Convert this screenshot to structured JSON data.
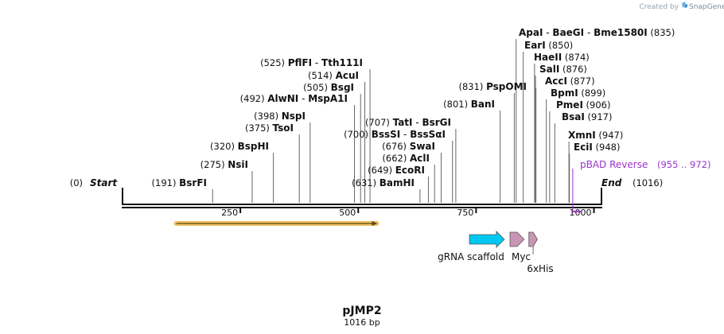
{
  "header": {
    "credit": "Created by",
    "brand": "SnapGene"
  },
  "map": {
    "name": "pJMP2",
    "length_label": "1016 bp",
    "length": 1016,
    "start_label": "Start",
    "start_pos": "(0)",
    "end_label": "End",
    "end_pos": "(1016)",
    "ticks": [
      "250",
      "500",
      "750",
      "1000"
    ]
  },
  "sites": [
    {
      "pos": "(191)",
      "names": [
        "BsrFI"
      ],
      "bp": 191
    },
    {
      "pos": "(275)",
      "names": [
        "NsiI"
      ],
      "bp": 275
    },
    {
      "pos": "(320)",
      "names": [
        "BspHI"
      ],
      "bp": 320
    },
    {
      "pos": "(375)",
      "names": [
        "TsoI"
      ],
      "bp": 375
    },
    {
      "pos": "(398)",
      "names": [
        "NspI"
      ],
      "bp": 398
    },
    {
      "pos": "(492)",
      "names": [
        "AlwNI",
        "MspA1I"
      ],
      "bp": 492
    },
    {
      "pos": "(505)",
      "names": [
        "BsgI"
      ],
      "bp": 505
    },
    {
      "pos": "(514)",
      "names": [
        "AcuI"
      ],
      "bp": 514
    },
    {
      "pos": "(525)",
      "names": [
        "PflFI",
        "Tth111I"
      ],
      "bp": 525
    },
    {
      "pos": "(631)",
      "names": [
        "BamHI"
      ],
      "bp": 631
    },
    {
      "pos": "(649)",
      "names": [
        "EcoRI"
      ],
      "bp": 649
    },
    {
      "pos": "(662)",
      "names": [
        "AclI"
      ],
      "bp": 662
    },
    {
      "pos": "(676)",
      "names": [
        "SwaI"
      ],
      "bp": 676
    },
    {
      "pos": "(700)",
      "names": [
        "BssSI",
        "BssSαI"
      ],
      "bp": 700
    },
    {
      "pos": "(707)",
      "names": [
        "TatI",
        "BsrGI"
      ],
      "bp": 707
    },
    {
      "pos": "(801)",
      "names": [
        "BanI"
      ],
      "bp": 801
    },
    {
      "pos": "(831)",
      "names": [
        "PspOMI"
      ],
      "bp": 831
    },
    {
      "pos": "(835)",
      "names": [
        "ApaI",
        "BaeGI",
        "Bme1580I"
      ],
      "bp": 835
    },
    {
      "pos": "(850)",
      "names": [
        "EarI"
      ],
      "bp": 850
    },
    {
      "pos": "(874)",
      "names": [
        "HaeII"
      ],
      "bp": 874
    },
    {
      "pos": "(876)",
      "names": [
        "SalI"
      ],
      "bp": 876
    },
    {
      "pos": "(877)",
      "names": [
        "AccI"
      ],
      "bp": 877
    },
    {
      "pos": "(899)",
      "names": [
        "BpmI"
      ],
      "bp": 899
    },
    {
      "pos": "(906)",
      "names": [
        "PmeI"
      ],
      "bp": 906
    },
    {
      "pos": "(917)",
      "names": [
        "BsaI"
      ],
      "bp": 917
    },
    {
      "pos": "(947)",
      "names": [
        "XmnI"
      ],
      "bp": 947
    },
    {
      "pos": "(948)",
      "names": [
        "EciI"
      ],
      "bp": 948
    }
  ],
  "primer": {
    "name": "pBAD Reverse",
    "range": "(955 .. 972)",
    "start": 955,
    "end": 972,
    "color": "#9a33cc"
  },
  "features": [
    {
      "name": "gRNA scaffold",
      "start": 736,
      "end": 810,
      "color": "#00c8f0"
    },
    {
      "name": "Myc",
      "start": 822,
      "end": 852,
      "color": "#c896b4"
    },
    {
      "name": "6xHis",
      "start": 862,
      "end": 880,
      "color": "#c896b4"
    }
  ],
  "orf": {
    "start": 114,
    "end": 539,
    "color": "#f0c060"
  }
}
